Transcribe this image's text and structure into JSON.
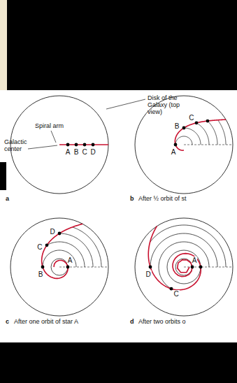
{
  "diagram": {
    "labels": [
      "Disk of the Galaxy (top view)",
      "Spiral arm",
      "Galactic center",
      "A",
      "B",
      "C",
      "D",
      "a",
      "B",
      "C",
      "A",
      "b",
      "After ½ orbit of st",
      "D",
      "C",
      "B",
      "A",
      "c",
      "After one orbit of star A",
      "D",
      "C",
      "A",
      "d",
      "After two orbits o"
    ]
  }
}
